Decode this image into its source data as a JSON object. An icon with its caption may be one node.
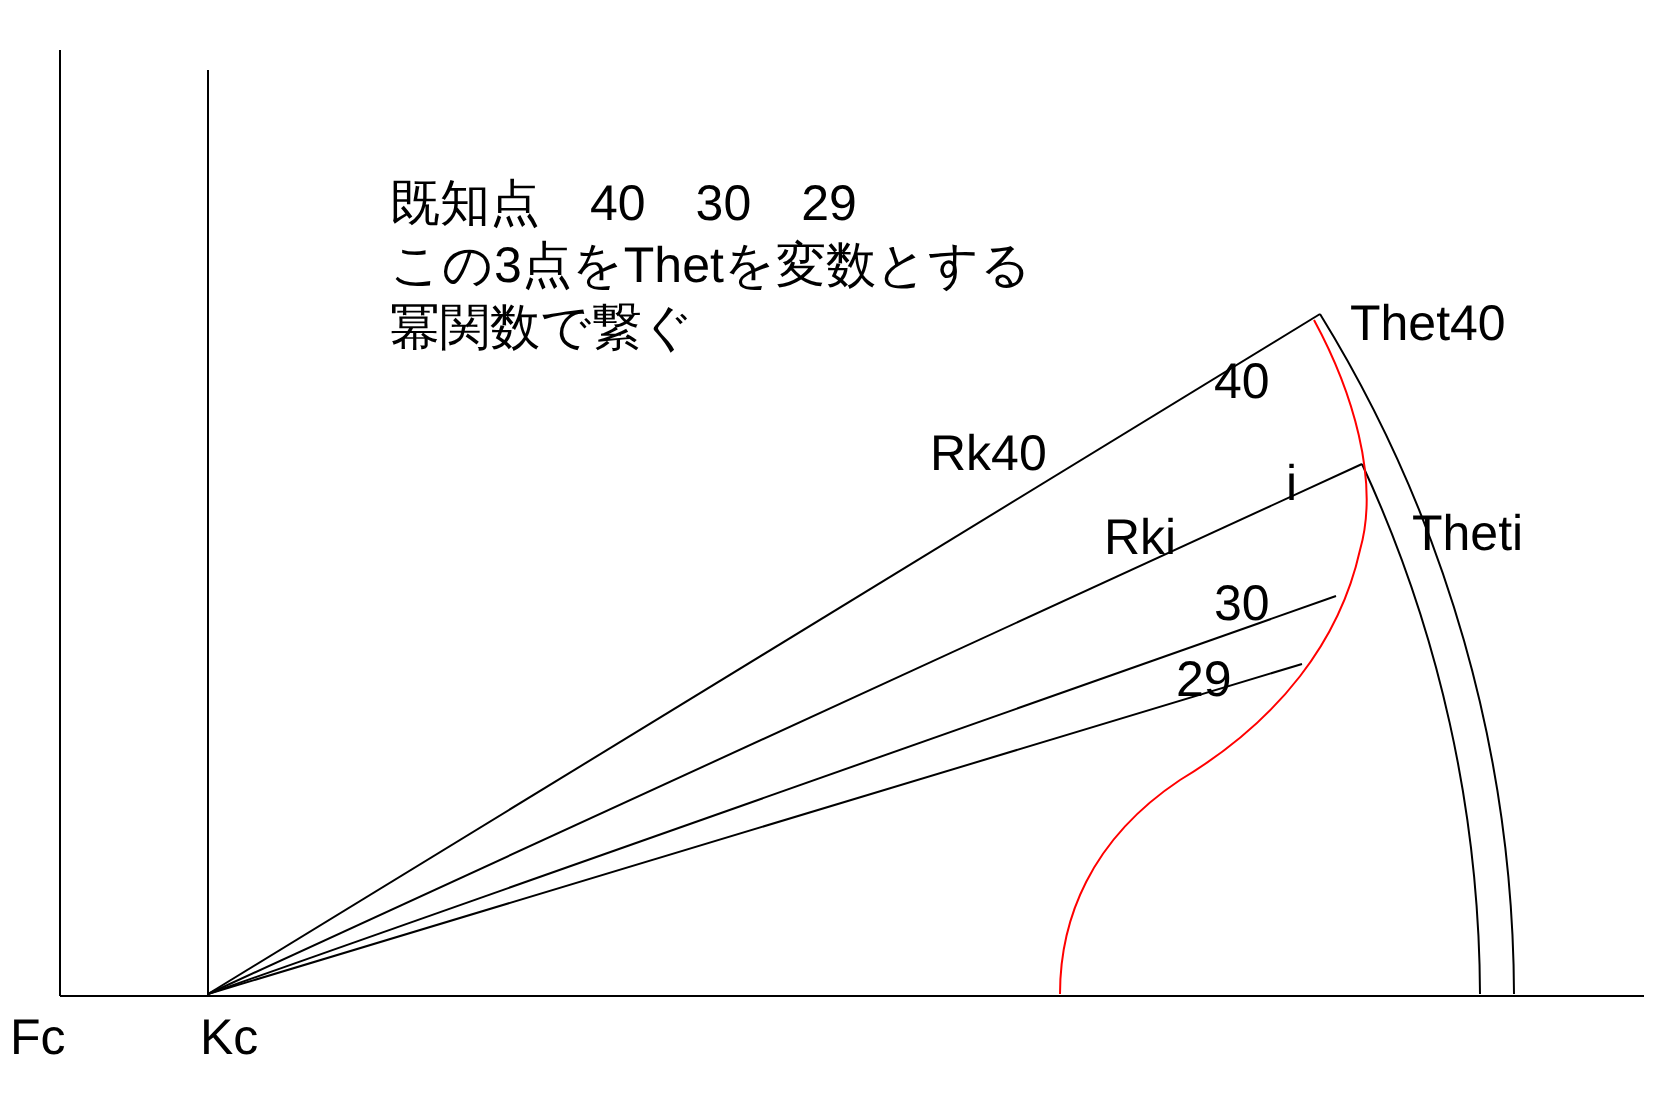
{
  "diagram": {
    "labels": [
      "既知点　40　30　29",
      "この3点をThetを変数とする",
      "冪関数で繋ぐ",
      "Thet40",
      "40",
      "Rk40",
      "i",
      "Rki",
      "Theti",
      "30",
      "29",
      "Fc",
      "Kc"
    ]
  }
}
